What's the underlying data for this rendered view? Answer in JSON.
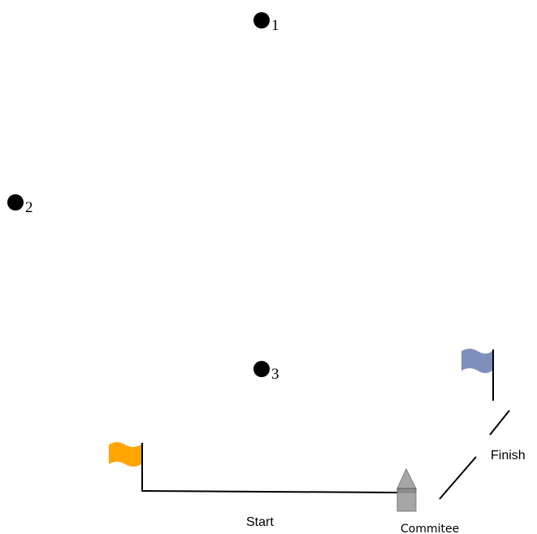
{
  "marks": [
    {
      "label": "1"
    },
    {
      "label": "2"
    },
    {
      "label": "3"
    }
  ],
  "start_label": "Start",
  "finish_label": "Finish",
  "committee_label": "Commitee",
  "colors": {
    "mark": "#000000",
    "start_flag": "#ffa500",
    "finish_flag": "#7f8fbd",
    "committee_boat": "#a6a6a6",
    "line": "#000000"
  },
  "icons": {
    "start_flag": "orange-flag-icon",
    "finish_flag": "blue-flag-icon",
    "committee_boat": "committee-boat-icon",
    "mark": "buoy-mark-icon"
  }
}
